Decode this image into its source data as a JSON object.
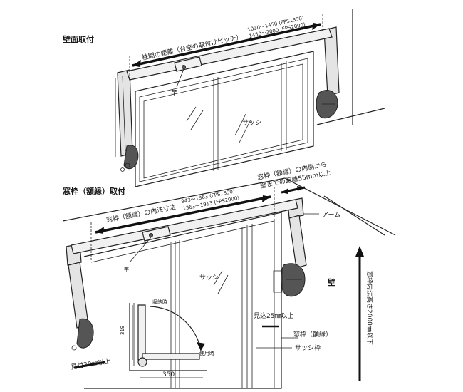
{
  "diagram_title": "",
  "top_section": {
    "heading": "壁面取付",
    "dim_label": "柱間の距離（台座の取付けピッチ）",
    "range_1350": "1030～1450 (FPS1350)",
    "range_2000": "1450～2000 (FPS2000)",
    "pole_label": "竿",
    "sash_label": "サッシ"
  },
  "bottom_section": {
    "heading": "窓枠（額縁）取付",
    "inner_dim_label": "窓枠（額縁）の内法寸法",
    "range_1350": "943～1363 (FPS1350)",
    "range_2000": "1363～1913 (FPS2000)",
    "wall_dist_line1": "窓枠（額縁）の内側から",
    "wall_dist_line2": "壁までの距離55mm以上",
    "arm_label": "アーム",
    "pole_label": "竿",
    "sash_label": "サッシ",
    "wall_label": "壁",
    "height_label": "窓枠内法高さ2000㎜以下",
    "visible_25": "見込25㎜以上",
    "visible_20": "見付20㎜以上",
    "frame_label": "窓枠（額縁）",
    "sash_frame_label": "サッシ枠"
  },
  "inset": {
    "stored_label": "収納時",
    "in_use_label": "使用時",
    "height_value": "319",
    "width_value": "350"
  }
}
